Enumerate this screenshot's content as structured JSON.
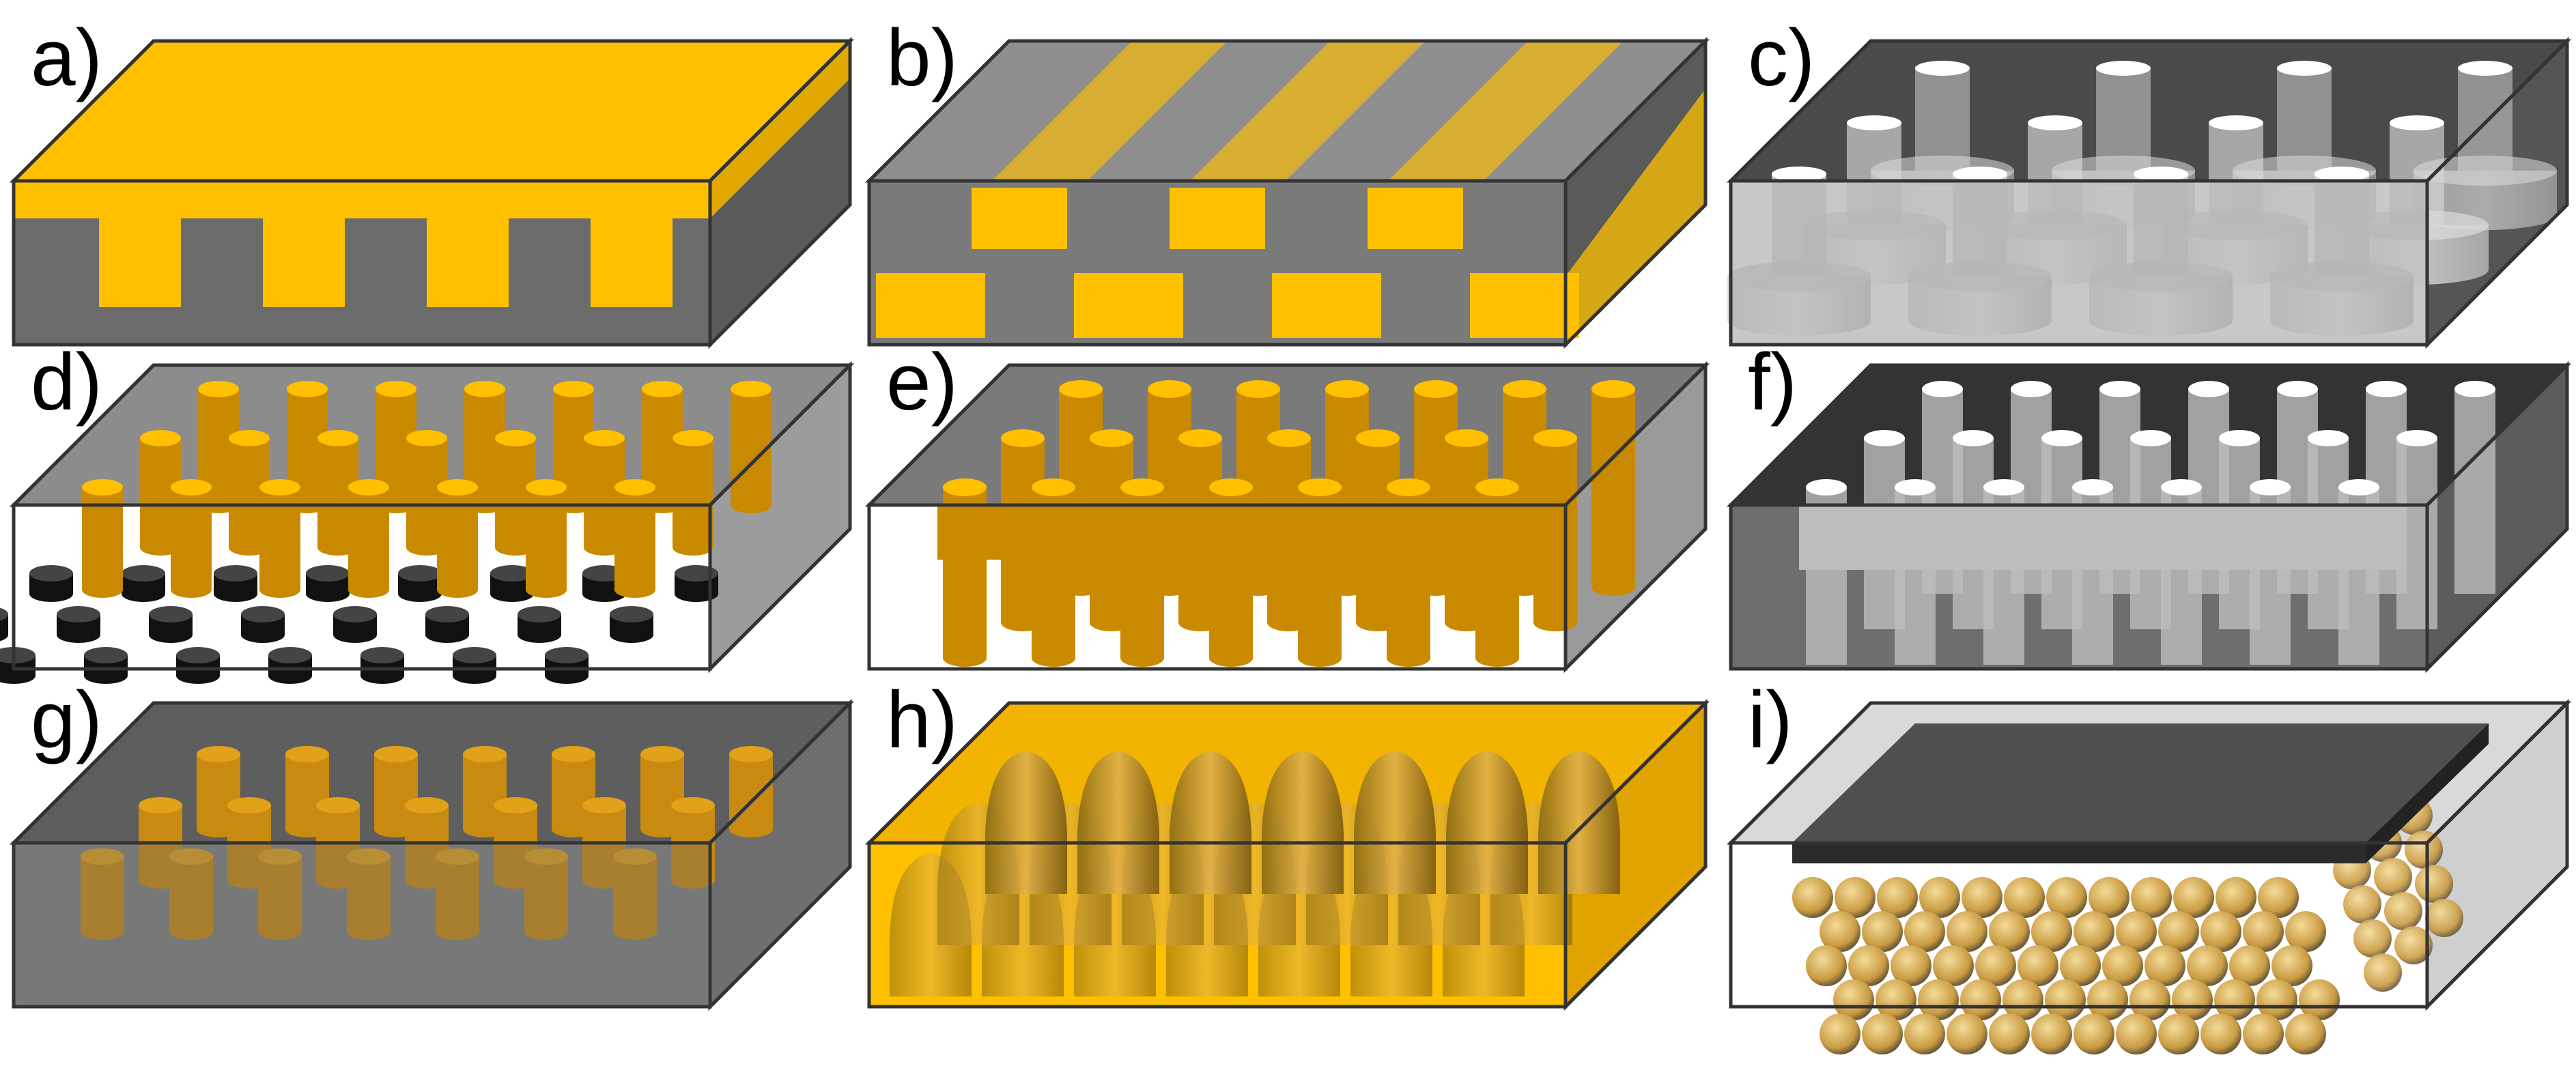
{
  "panels": [
    {
      "label": "a)",
      "structure": "lamellar-ridges",
      "fill": "#ffc000"
    },
    {
      "label": "b)",
      "structure": "stacked-layers",
      "fill": "#ffc000"
    },
    {
      "label": "c)",
      "structure": "hierarchical-pores",
      "fill": "#e8e8e8"
    },
    {
      "label": "d)",
      "structure": "pillar-array-with-particles",
      "fill": "#ffc000"
    },
    {
      "label": "e)",
      "structure": "pillar-array-with-base",
      "fill": "#ffc000"
    },
    {
      "label": "f)",
      "structure": "pore-array-with-base",
      "fill": "#ffffff"
    },
    {
      "label": "g)",
      "structure": "embedded-pillar-array",
      "fill": "#ffc000"
    },
    {
      "label": "h)",
      "structure": "tapered-cone-array",
      "fill": "#ffc000"
    },
    {
      "label": "i)",
      "structure": "packed-spheres-with-cap-plate",
      "fill": "#e8c070"
    }
  ],
  "colors": {
    "matrix": "#6b6b6b",
    "matrix_light": "#b8b8b8",
    "edge": "#333333",
    "gold": "#ffc000",
    "gold_dark": "#c98a00",
    "particle": "#222222",
    "pore": "#ffffff",
    "plate": "#555555"
  }
}
